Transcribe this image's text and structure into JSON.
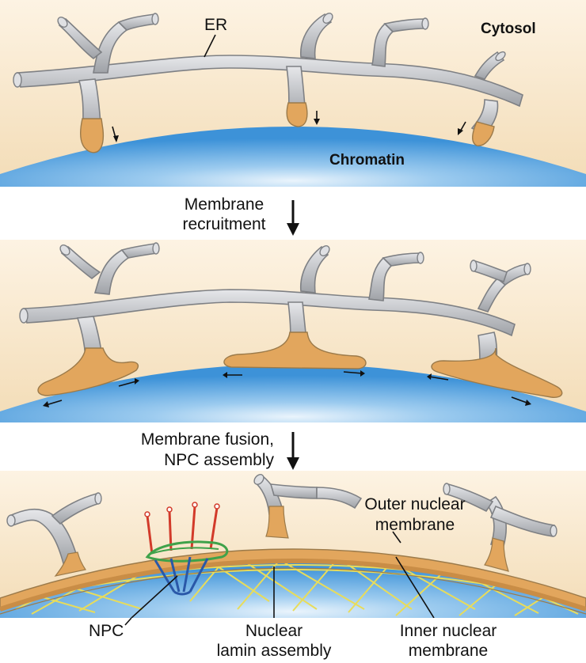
{
  "panel1": {
    "er_label": "ER",
    "cytosol_label": "Cytosol",
    "chromatin_label": "Chromatin"
  },
  "step1": {
    "line1": "Membrane",
    "line2": "recruitment"
  },
  "step2": {
    "line1": "Membrane fusion,",
    "line2": "NPC assembly"
  },
  "panel3": {
    "outer_line1": "Outer nuclear",
    "outer_line2": "membrane",
    "npc_label": "NPC",
    "lamin_line1": "Nuclear",
    "lamin_line2": "lamin assembly",
    "inner_line1": "Inner nuclear",
    "inner_line2": "membrane"
  },
  "colors": {
    "cytosol": "#f8e6c8",
    "chromatin": "#4a9fdf",
    "er_gray": "#c9cbcf",
    "membrane_orange": "#e2a65d",
    "lamin_yellow": "#e8dc5a",
    "npc_green": "#3fa24a",
    "npc_red": "#d23a2a",
    "npc_blue": "#2a58a8"
  }
}
